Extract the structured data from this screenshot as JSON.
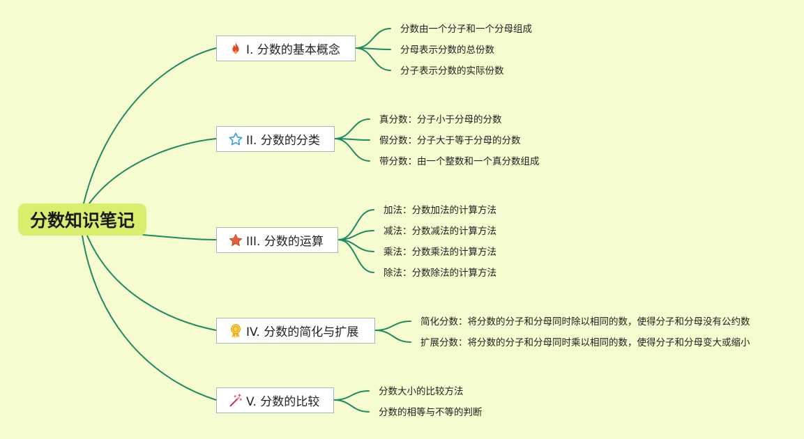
{
  "root": {
    "title": "分数知识笔记"
  },
  "colors": {
    "background": "#f6fbd0",
    "root_fill": "#d7ef6d",
    "edge": "#1e8a63",
    "box_border": "#9fb8bd"
  },
  "branches": [
    {
      "label": "I. 分数的基本概念",
      "icon": "fire-icon",
      "leaves": [
        "分数由一个分子和一个分母组成",
        "分母表示分数的总份数",
        "分子表示分数的实际份数"
      ]
    },
    {
      "label": "II. 分数的分类",
      "icon": "star-outline-icon",
      "leaves": [
        "真分数：分子小于分母的分数",
        "假分数：分子大于等于分母的分数",
        "带分数：由一个整数和一个真分数组成"
      ]
    },
    {
      "label": "III. 分数的运算",
      "icon": "star-filled-icon",
      "leaves": [
        "加法：分数加法的计算方法",
        "减法：分数减法的计算方法",
        "乘法：分数乘法的计算方法",
        "除法：分数除法的计算方法"
      ]
    },
    {
      "label": "IV. 分数的简化与扩展",
      "icon": "medal-icon",
      "leaves": [
        "简化分数：将分数的分子和分母同时除以相同的数，使得分子和分母没有公约数",
        "扩展分数：将分数的分子和分母同时乘以相同的数，使得分子和分母变大或缩小"
      ]
    },
    {
      "label": "V. 分数的比较",
      "icon": "magic-wand-icon",
      "leaves": [
        "分数大小的比较方法",
        "分数的相等与不等的判断"
      ]
    }
  ]
}
